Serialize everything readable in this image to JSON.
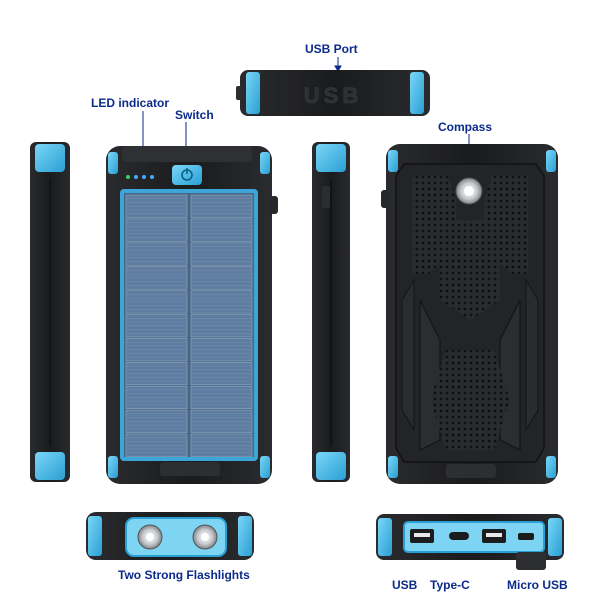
{
  "callouts": {
    "usb_port": "USB Port",
    "led_indicator": "LED indicator",
    "switch": "Switch",
    "compass": "Compass",
    "flashlights": "Two Strong Flashlights",
    "usb": "USB",
    "type_c": "Type-C",
    "micro_usb": "Micro USB"
  },
  "engraving": {
    "top_edge_text": "USB"
  },
  "colors": {
    "accent_blue": "#3fb8ea",
    "body_black": "#1c1d1f",
    "label_navy": "#0b2a8a",
    "led_green": "#38d36a",
    "led_blue": "#4aa8ff",
    "solar_cell": "#5e7da1"
  },
  "icons": [
    "power-icon",
    "compass-icon",
    "flashlight-icon",
    "usb-port-icon",
    "type-c-port-icon",
    "micro-usb-port-icon"
  ]
}
